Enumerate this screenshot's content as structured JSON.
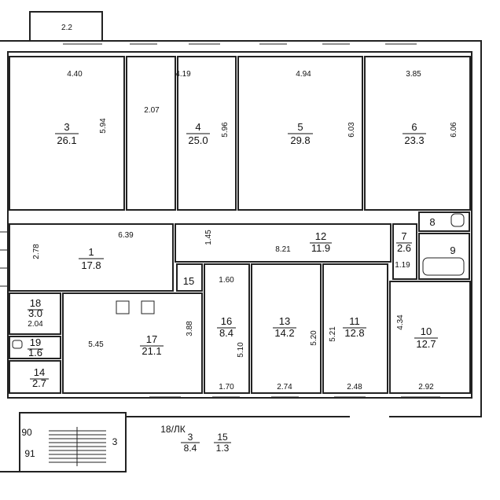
{
  "rooms": [
    {
      "id": "r3",
      "num": "3",
      "area": "26.1"
    },
    {
      "id": "r4",
      "num": "4",
      "area": "25.0"
    },
    {
      "id": "r5",
      "num": "5",
      "area": "29.8"
    },
    {
      "id": "r6",
      "num": "6",
      "area": "23.3"
    },
    {
      "id": "r1",
      "num": "1",
      "area": "17.8"
    },
    {
      "id": "r12",
      "num": "12",
      "area": "11.9"
    },
    {
      "id": "r7",
      "num": "7",
      "area": "2.6"
    },
    {
      "id": "r8",
      "num": "8",
      "area": ""
    },
    {
      "id": "r9",
      "num": "9",
      "area": ""
    },
    {
      "id": "r15",
      "num": "15",
      "area": ""
    },
    {
      "id": "r16",
      "num": "16",
      "area": "8.4"
    },
    {
      "id": "r13",
      "num": "13",
      "area": "14.2"
    },
    {
      "id": "r11",
      "num": "11",
      "area": "12.8"
    },
    {
      "id": "r10",
      "num": "10",
      "area": "12.7"
    },
    {
      "id": "r17",
      "num": "17",
      "area": "21.1"
    },
    {
      "id": "r18",
      "num": "18",
      "area": "3.0"
    },
    {
      "id": "r19",
      "num": "19",
      "area": "1.6"
    },
    {
      "id": "r14",
      "num": "14",
      "area": "2.7"
    }
  ],
  "dimensions": {
    "porch_width": "2.2",
    "r3_w": "4.40",
    "r3_h": "5.94",
    "gap_w": "2.07",
    "r4_w": "4.19",
    "r4_h": "5.96",
    "r5_w": "4.94",
    "r5_h": "6.03",
    "r6_w": "3.85",
    "r6_h": "6.06",
    "r1_w": "6.39",
    "r1_h": "2.78",
    "corr_h": "1.45",
    "r12_w": "8.21",
    "r7_h": "1.19",
    "r16_w": "1.60",
    "r16_h": "5.10",
    "r16_bottom": "1.70",
    "r17_w": "5.45",
    "r17_h": "3.88",
    "r18_w": "2.04",
    "r13_h": "5.20",
    "r13_bottom": "2.74",
    "r11_h": "5.21",
    "r11_bottom": "2.48",
    "r10_h": "4.34",
    "r10_bottom": "2.92"
  },
  "annex": {
    "label": "18/ЛК",
    "room3_num": "3",
    "room3_area": "8.4",
    "room15_num": "15",
    "room15_area": "1.3",
    "stair_num": "3",
    "mark_90": "90",
    "mark_91": "91"
  }
}
